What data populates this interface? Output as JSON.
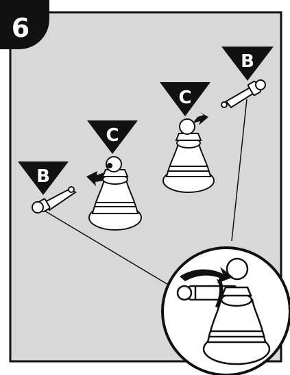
{
  "step": {
    "number": "6"
  },
  "callouts": {
    "left_handle": "B",
    "right_handle": "B",
    "left_knob": "C",
    "right_knob": "C"
  },
  "colors": {
    "panel_fill": "#d8d8d8",
    "outline": "#111111",
    "piece_fill": "#ffffff",
    "marker_fill": "#111111"
  },
  "icons": {
    "direction_arrow": "arrow-icon",
    "rotation_arrow": "curved-arrow-icon"
  }
}
